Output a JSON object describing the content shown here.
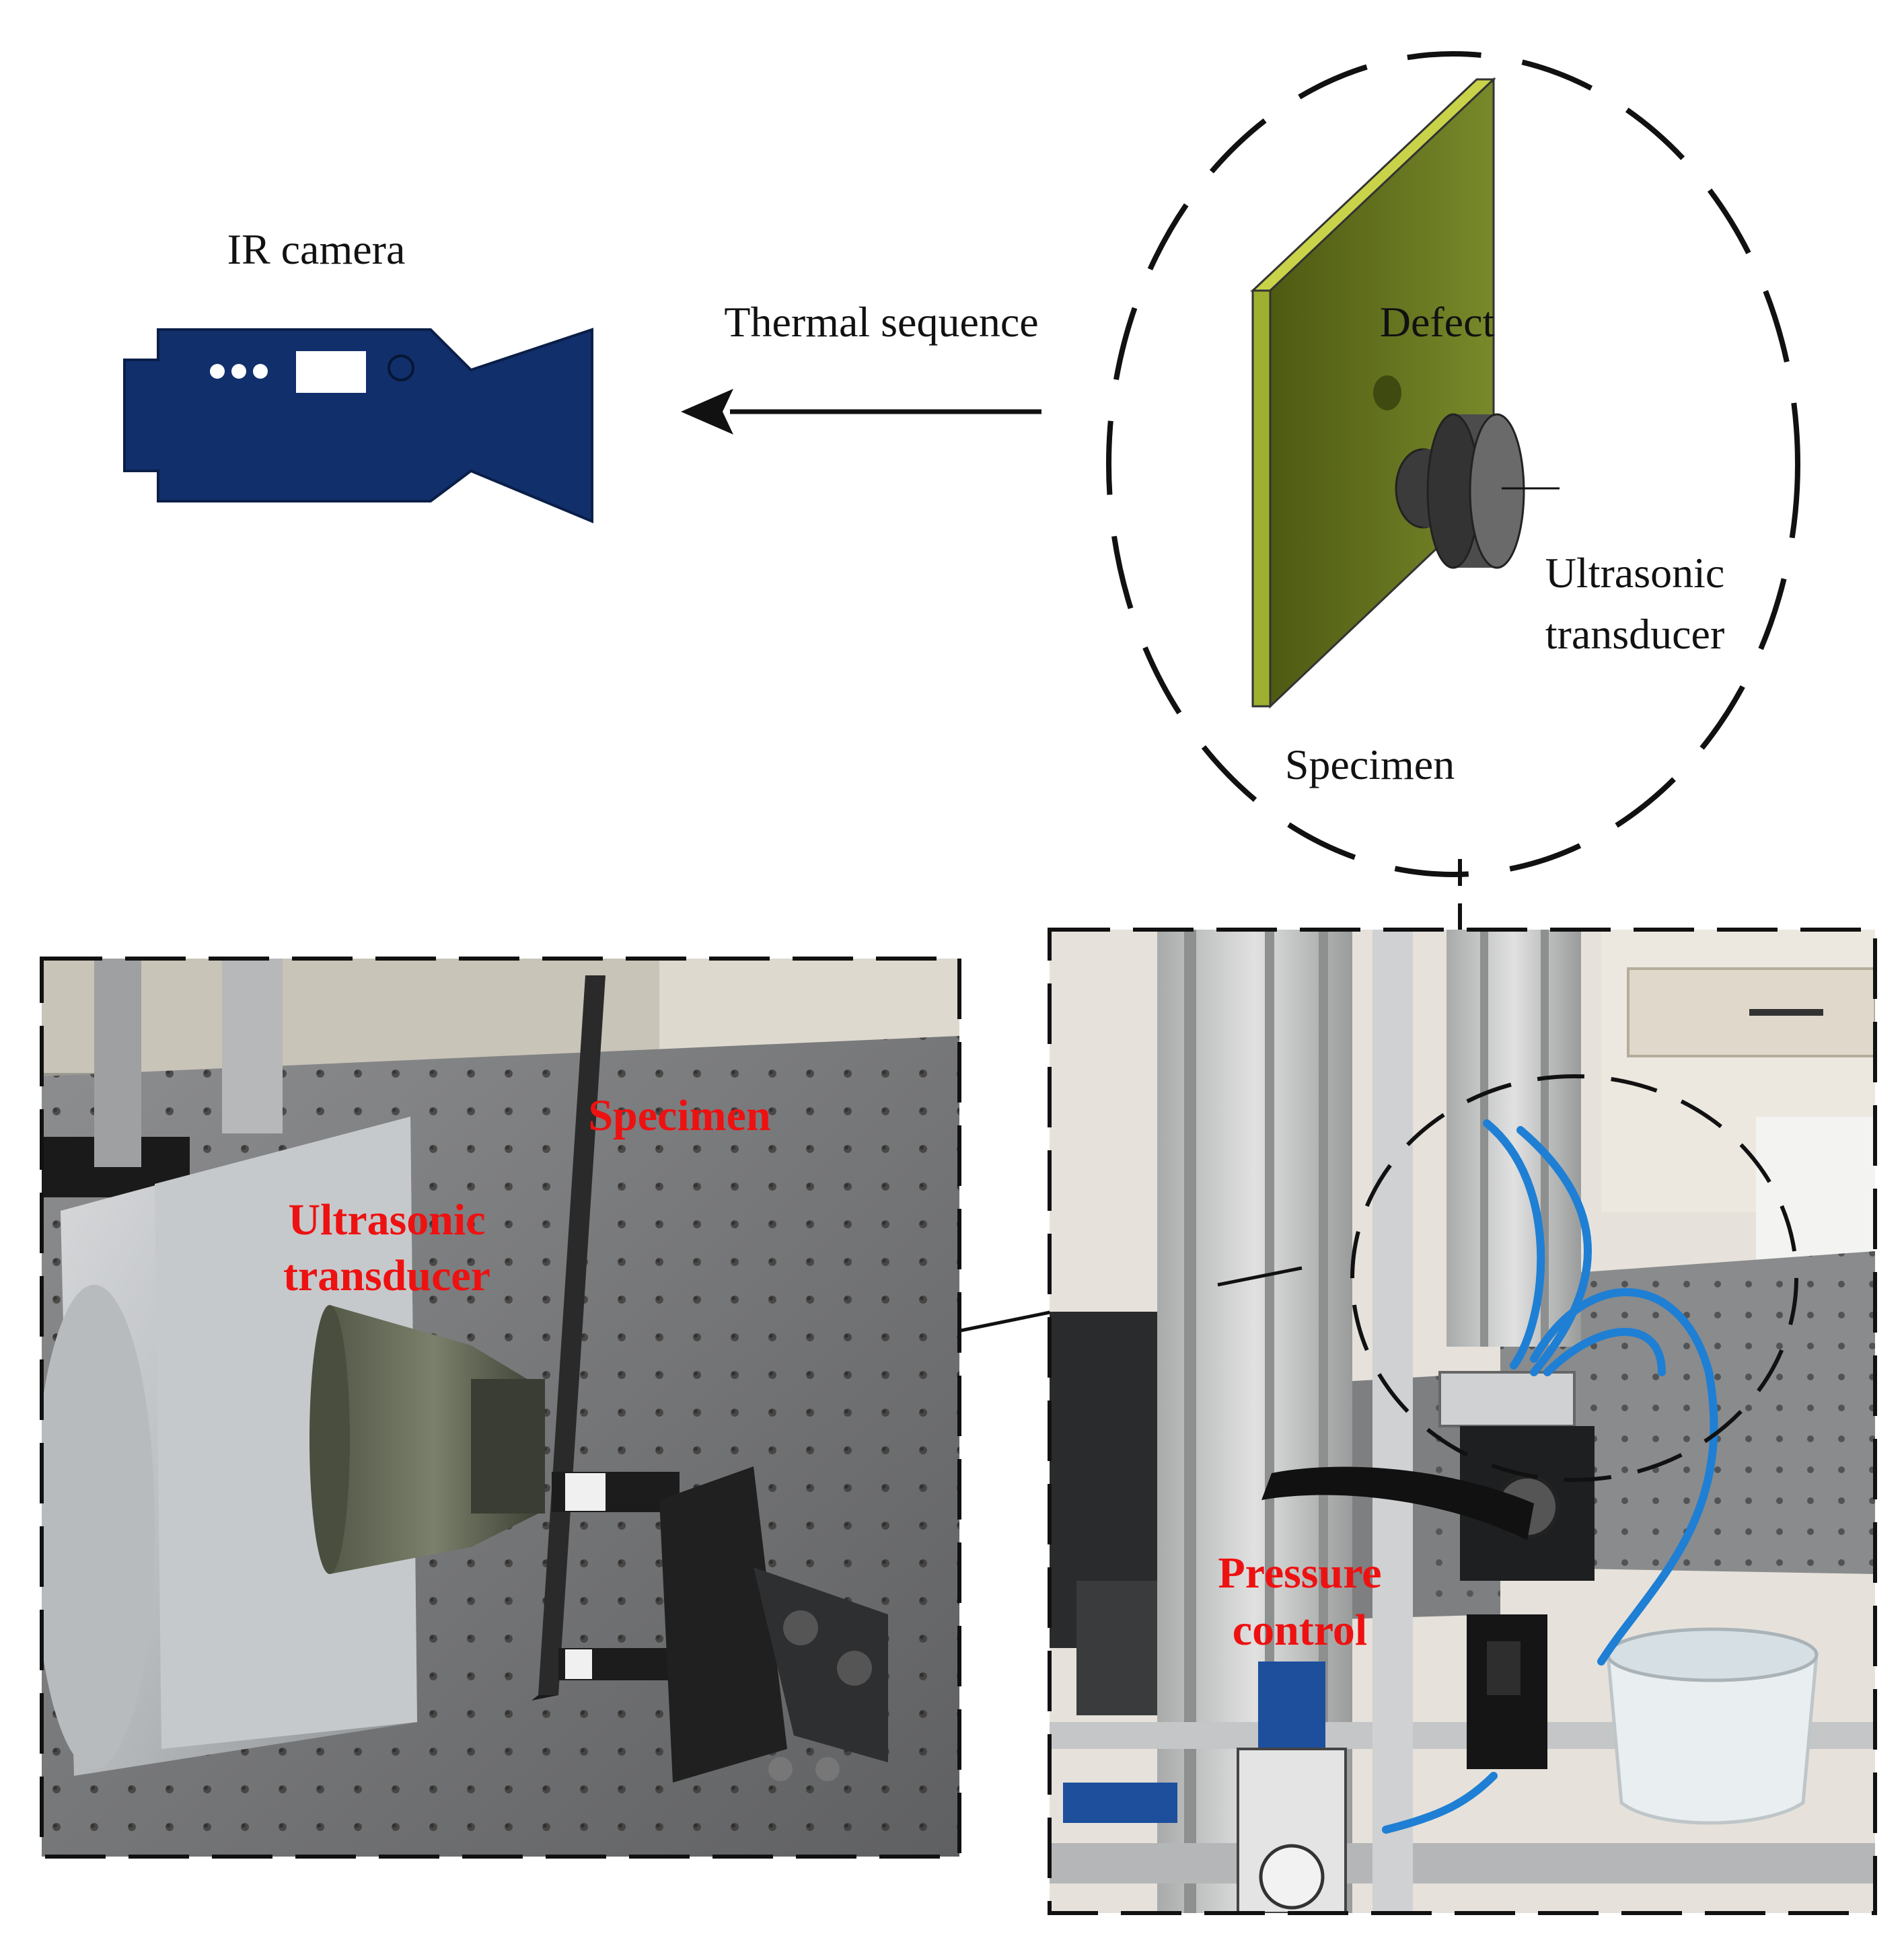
{
  "diagram": {
    "camera_label": "IR camera",
    "arrow_label": "Thermal sequence",
    "defect_label": "Defect",
    "transducer_label_line1": "Ultrasonic",
    "transducer_label_line2": "transducer",
    "specimen_label": "Specimen"
  },
  "photo_left": {
    "specimen_label": "Specimen",
    "transducer_label_line1": "Ultrasonic",
    "transducer_label_line2": "transducer"
  },
  "photo_right": {
    "pressure_label_line1": "Pressure",
    "pressure_label_line2": "control"
  },
  "colors": {
    "camera_body": "#112f6b",
    "specimen_plate": "#6e7f1f",
    "specimen_edge": "#c9d34a",
    "transducer": "#5a5a5a",
    "photo_label": "#ee1111",
    "tube": "#1e7fd4"
  }
}
